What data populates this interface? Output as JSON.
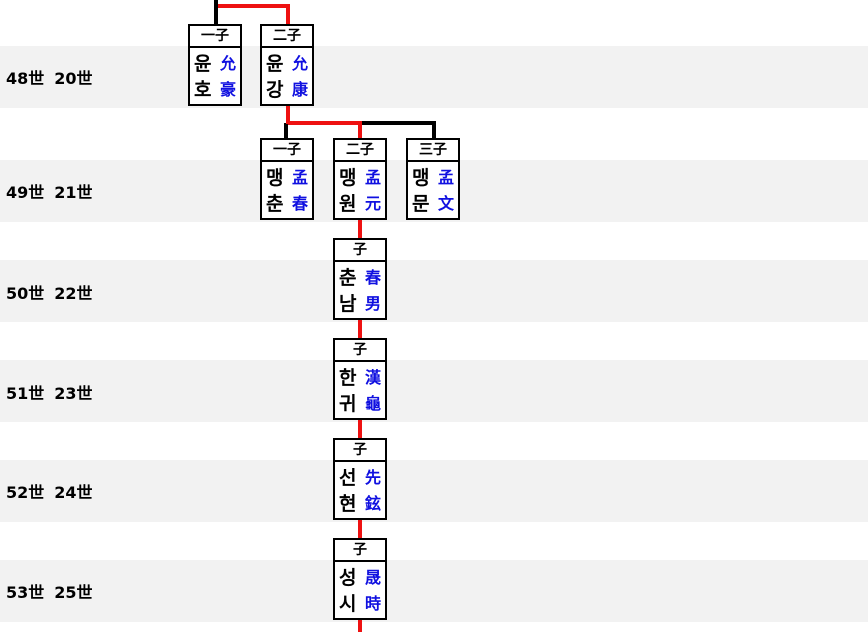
{
  "generations": [
    {
      "gen": "48世",
      "sub": "20世"
    },
    {
      "gen": "49世",
      "sub": "21世"
    },
    {
      "gen": "50世",
      "sub": "22世"
    },
    {
      "gen": "51世",
      "sub": "23世"
    },
    {
      "gen": "52世",
      "sub": "24世"
    },
    {
      "gen": "53世",
      "sub": "25世"
    }
  ],
  "persons": [
    {
      "id": "yunho",
      "order": "一子",
      "hangul": [
        "윤",
        "호"
      ],
      "hanja": [
        "允",
        "豪"
      ]
    },
    {
      "id": "yungang",
      "order": "二子",
      "hangul": [
        "윤",
        "강"
      ],
      "hanja": [
        "允",
        "康"
      ]
    },
    {
      "id": "maengchun",
      "order": "一子",
      "hangul": [
        "맹",
        "춘"
      ],
      "hanja": [
        "孟",
        "春"
      ]
    },
    {
      "id": "maengwon",
      "order": "二子",
      "hangul": [
        "맹",
        "원"
      ],
      "hanja": [
        "孟",
        "元"
      ]
    },
    {
      "id": "maengmun",
      "order": "三子",
      "hangul": [
        "맹",
        "문"
      ],
      "hanja": [
        "孟",
        "文"
      ]
    },
    {
      "id": "chunnam",
      "order": "子",
      "hangul": [
        "춘",
        "남"
      ],
      "hanja": [
        "春",
        "男"
      ]
    },
    {
      "id": "hangwi",
      "order": "子",
      "hangul": [
        "한",
        "귀"
      ],
      "hanja": [
        "漢",
        "龜"
      ]
    },
    {
      "id": "seonhyeon",
      "order": "子",
      "hangul": [
        "선",
        "현"
      ],
      "hanja": [
        "先",
        "鉉"
      ]
    },
    {
      "id": "seongsi",
      "order": "子",
      "hangul": [
        "성",
        "시"
      ],
      "hanja": [
        "晟",
        "時"
      ]
    }
  ],
  "colors": {
    "main_line": "#ee1111",
    "branch_line": "#000000",
    "hanja": "#1010e0",
    "band": "#f2f2f2"
  }
}
